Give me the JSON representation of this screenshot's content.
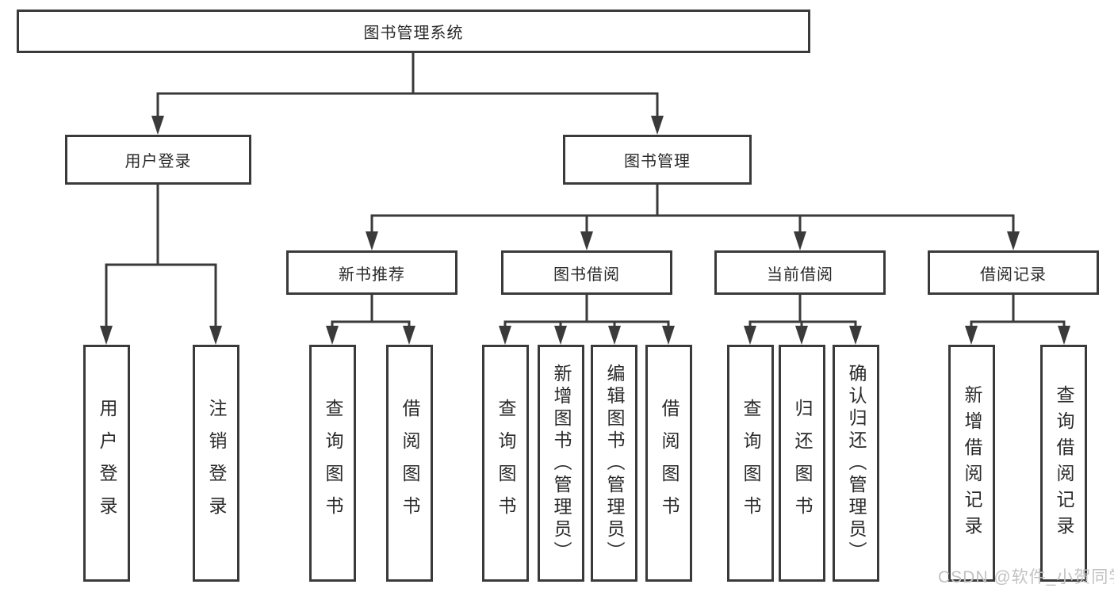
{
  "watermark": "CSDN @软件_小贺同学",
  "colors": {
    "line": "#3a3a3a",
    "text": "#2a2a2a",
    "watermark": "#c2c2c2",
    "background": "#ffffff"
  },
  "nodes": {
    "root": "图书管理系统",
    "user_login": "用户登录",
    "book_management": "图书管理",
    "new_book_recommend": "新书推荐",
    "book_borrowing": "图书借阅",
    "current_borrowing": "当前借阅",
    "borrowing_records": "借阅记录",
    "leaf_user_login": "用户登录",
    "leaf_logout_login": "注销登录",
    "leaf_recommend_query_books": "查询图书",
    "leaf_recommend_borrow_books": "借阅图书",
    "leaf_borrowing_query_books": "查询图书",
    "leaf_borrowing_add_books_admin": "新增图书（管理员）",
    "leaf_borrowing_edit_books_admin": "编辑图书（管理员）",
    "leaf_borrowing_borrow_books": "借阅图书",
    "leaf_current_query_books": "查询图书",
    "leaf_current_return_books": "归还图书",
    "leaf_current_confirm_return_admin": "确认归还（管理员）",
    "leaf_records_add_record": "新增借阅记录",
    "leaf_records_query_record": "查询借阅记录"
  }
}
